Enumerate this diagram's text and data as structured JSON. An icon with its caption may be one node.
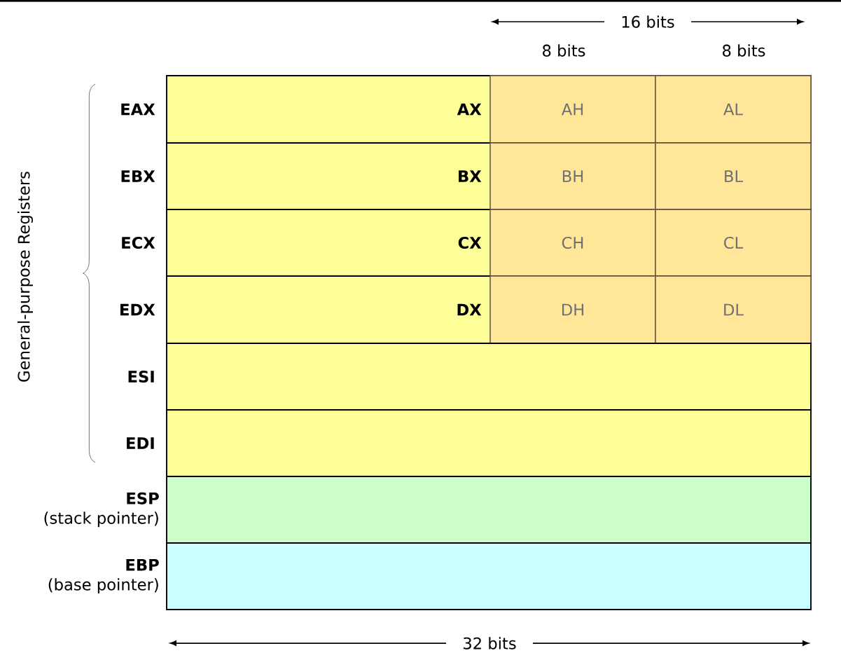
{
  "diagram": {
    "nodes": [
      {
        "text": [
          "EAX",
          "AX"
        ]
      },
      {
        "text": [
          "AH"
        ],
        "in": 0
      },
      {
        "text": [
          "AL"
        ],
        "in": 0
      },
      {
        "text": [
          "EBX",
          "BX"
        ]
      },
      {
        "text": [
          "BH"
        ],
        "in": 3
      },
      {
        "text": [
          "BL"
        ],
        "in": 3
      },
      {
        "text": [
          "ECX",
          "CX"
        ]
      },
      {
        "text": [
          "CH"
        ],
        "in": 6
      },
      {
        "text": [
          "CL"
        ],
        "in": 6
      },
      {
        "text": [
          "EDX",
          "DX"
        ]
      },
      {
        "text": [
          "DH"
        ],
        "in": 9
      },
      {
        "text": [
          "DL"
        ],
        "in": 9
      },
      {
        "text": [
          "ESI"
        ]
      },
      {
        "text": [
          "EDI"
        ]
      },
      {
        "text": [
          "ESP",
          "(stack pointer)"
        ]
      },
      {
        "text": [
          "EBP",
          "(base pointer)"
        ]
      }
    ],
    "labels": [
      "16 bits",
      "8 bits",
      "8 bits",
      "General-purpose Registers",
      "32 bits"
    ]
  }
}
